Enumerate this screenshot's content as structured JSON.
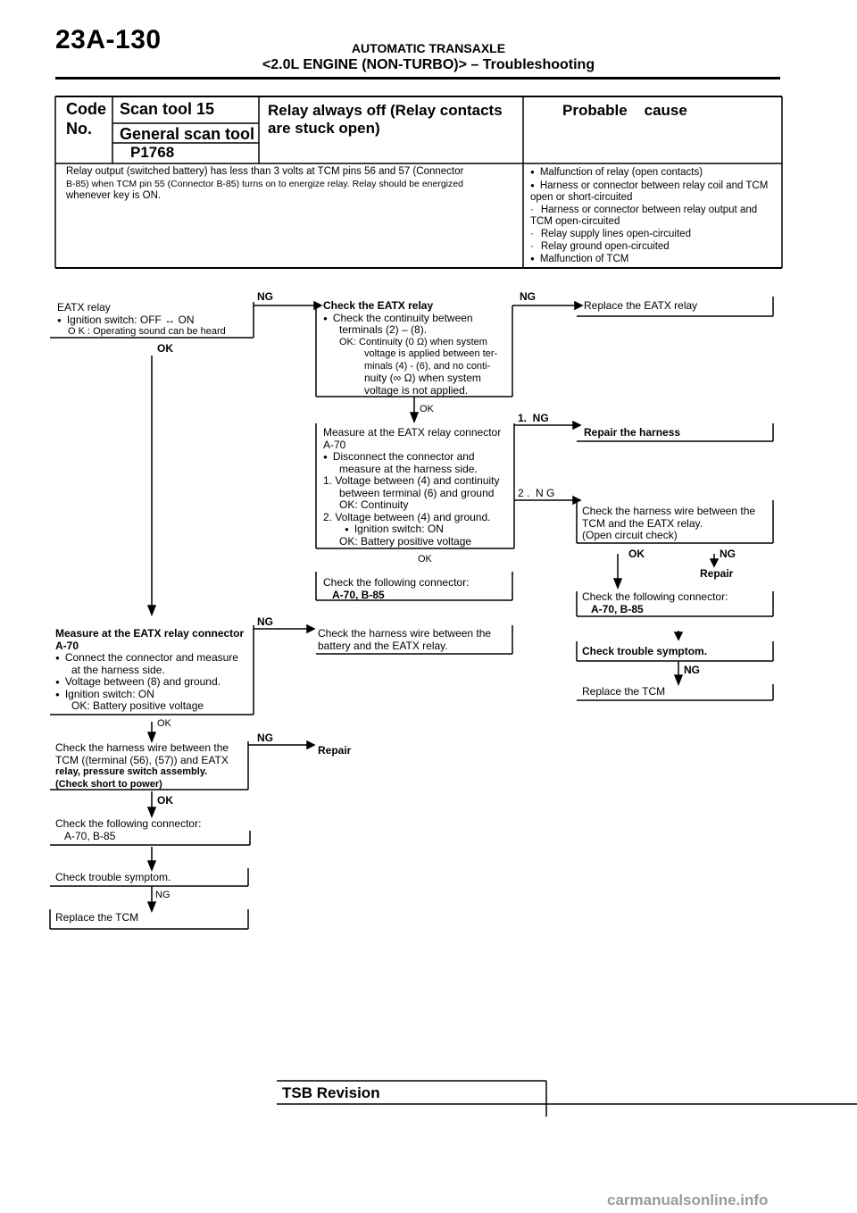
{
  "header": {
    "page_number": "23A-130",
    "title_line1": "AUTOMATIC TRANSAXLE",
    "title_line2": "<2.0L ENGINE (NON-TURBO)> – Troubleshooting"
  },
  "code_table": {
    "code_label": "Code",
    "no_label": "No.",
    "scan_tool_15": "Scan tool 15",
    "general_scan_tool": "General scan tool",
    "code_value": "P1768",
    "title_line1": "Relay always off (Relay contacts",
    "title_line2": "are stuck open)",
    "probable_cause_label": "Probable    cause",
    "description_lines": [
      "Relay output (switched battery) has less than 3 volts at TCM pins 56 and 57 (Connector",
      "B-85) when TCM pin 55 (Connector B-85) turns on to energize relay. Relay should be energized",
      "whenever key is ON."
    ],
    "causes": [
      "Malfunction of relay (open contacts)",
      "Harness or connector between relay coil and TCM open or short-circuited",
      "Harness or connector between relay output and TCM open-circuited",
      "Relay supply lines open-circuited",
      "Relay ground open-circuited",
      "Malfunction of TCM"
    ]
  },
  "flow": {
    "eatx_relay": {
      "line1": "EATX relay",
      "line2": "Ignition switch: OFF ↔ ON",
      "line3": "O K :  Operating sound can be heard"
    },
    "check_relay": {
      "title": "Check the EATX relay",
      "lines": [
        "Check the continuity between",
        "terminals (2) – (8).",
        "OK: Continuity (0 Ω) when system",
        "voltage is applied between ter-",
        "minals (4) - (6), and no conti-",
        "nuity (∞ Ω) when system",
        "voltage is not applied."
      ]
    },
    "replace_relay": "Replace the EATX relay",
    "measure_relay_connector": {
      "lines": [
        "Measure at the EATX relay connector",
        "A-70",
        "Disconnect the connector and",
        "measure at the harness side.",
        "1. Voltage between (4) and continuity",
        "between terminal (6) and ground",
        "OK: Continuity",
        "2. Voltage between (4) and ground.",
        "Ignition switch: ON",
        "OK: Battery positive voltage"
      ]
    },
    "repair_harness": "Repair the harness",
    "check_harness_tcm": {
      "lines": [
        "Check the harness wire between the",
        "TCM and the EATX relay.",
        "(Open circuit check)"
      ]
    },
    "repair_1": "Repair",
    "check_connector_1": {
      "line1": "Check the following connector:",
      "line2": "A-70, B-85"
    },
    "check_connector_2": {
      "line1": "Check the following connector:",
      "line2": "A-70, B-85"
    },
    "check_trouble_symptom_right": "Check trouble symptom.",
    "replace_tcm_right": "Replace the TCM",
    "check_harness_battery": {
      "line1": "Check the harness wire between the",
      "line2": "battery and the EATX relay."
    },
    "measure_left": {
      "lines": [
        "Measure at the EATX relay connector",
        "A-70",
        "Connect the connector and measure",
        "at the harness side.",
        "Voltage between (8) and ground.",
        "Ignition switch: ON",
        "OK: Battery positive voltage"
      ]
    },
    "check_harness_tcm_short": {
      "lines": [
        "Check the harness wire between the",
        "TCM ((terminal (56), (57)) and EATX",
        "relay, pressure switch assembly.",
        "(Check short to power)"
      ]
    },
    "repair_2": "Repair",
    "check_connector_3": {
      "line1": "Check the following connector:",
      "line2": "A-70, B-85"
    },
    "check_trouble_symptom_left": "Check trouble symptom.",
    "replace_tcm_left": "Replace the TCM",
    "labels": {
      "ng": "NG",
      "ok": "OK",
      "ng_1": "1.  NG",
      "ng_2": "2 .  N G"
    }
  },
  "footer": {
    "tsb_revision": "TSB Revision",
    "watermark": "carmanualsonline.info"
  }
}
